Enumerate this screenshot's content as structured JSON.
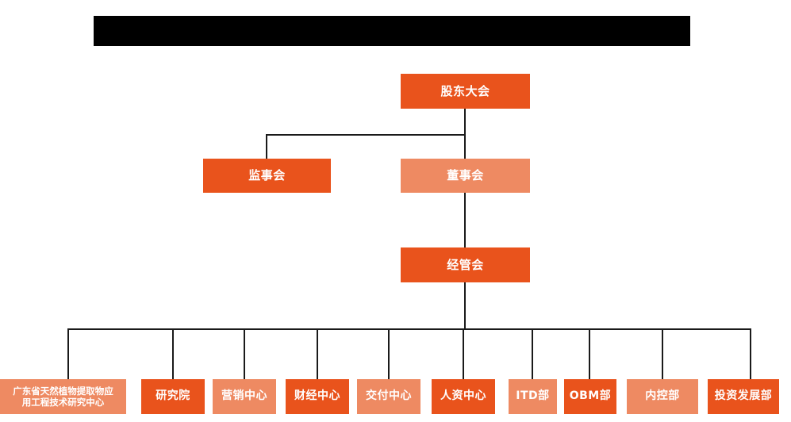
{
  "page": {
    "title_bar": {
      "name": "redacted-title-bar",
      "text": ""
    },
    "background_color": "#FFFFFF"
  },
  "palette": {
    "accent_dark": "#E9531C",
    "accent_light": "#EE8A62",
    "line_color": "#1A1A1A",
    "text_color": "#FFFFFF",
    "redaction_color": "#000000"
  },
  "org_chart": {
    "type": "organization-chart",
    "levels": [
      {
        "level": 1,
        "nodes": [
          {
            "id": "shareholders-meeting",
            "label": "股东大会",
            "style": "dark"
          }
        ]
      },
      {
        "level": 2,
        "nodes": [
          {
            "id": "supervisory-board",
            "label": "监事会",
            "style": "dark"
          },
          {
            "id": "board-of-directors",
            "label": "董事会",
            "style": "light"
          }
        ]
      },
      {
        "level": 3,
        "nodes": [
          {
            "id": "management-committee",
            "label": "经管会",
            "style": "dark"
          }
        ]
      },
      {
        "level": 4,
        "nodes": [
          {
            "id": "engineering-research-center",
            "label": "广东省天然植物提取物应\n用工程技术研究中心",
            "style": "light"
          },
          {
            "id": "research-institute",
            "label": "研究院",
            "style": "dark"
          },
          {
            "id": "marketing-center",
            "label": "营销中心",
            "style": "light"
          },
          {
            "id": "finance-center",
            "label": "财经中心",
            "style": "dark"
          },
          {
            "id": "delivery-center",
            "label": "交付中心",
            "style": "light"
          },
          {
            "id": "hr-center",
            "label": "人资中心",
            "style": "dark"
          },
          {
            "id": "itd-department",
            "label": "ITD部",
            "style": "light"
          },
          {
            "id": "obm-department",
            "label": "OBM部",
            "style": "dark"
          },
          {
            "id": "internal-control-department",
            "label": "内控部",
            "style": "light"
          },
          {
            "id": "investment-development-department",
            "label": "投资发展部",
            "style": "dark"
          }
        ]
      }
    ],
    "relations": [
      {
        "from": "shareholders-meeting",
        "to": "supervisory-board"
      },
      {
        "from": "shareholders-meeting",
        "to": "board-of-directors"
      },
      {
        "from": "board-of-directors",
        "to": "management-committee"
      },
      {
        "from": "management-committee",
        "to": "engineering-research-center"
      },
      {
        "from": "management-committee",
        "to": "research-institute"
      },
      {
        "from": "management-committee",
        "to": "marketing-center"
      },
      {
        "from": "management-committee",
        "to": "finance-center"
      },
      {
        "from": "management-committee",
        "to": "delivery-center"
      },
      {
        "from": "management-committee",
        "to": "hr-center"
      },
      {
        "from": "management-committee",
        "to": "itd-department"
      },
      {
        "from": "management-committee",
        "to": "obm-department"
      },
      {
        "from": "management-committee",
        "to": "internal-control-department"
      },
      {
        "from": "management-committee",
        "to": "investment-development-department"
      }
    ]
  }
}
